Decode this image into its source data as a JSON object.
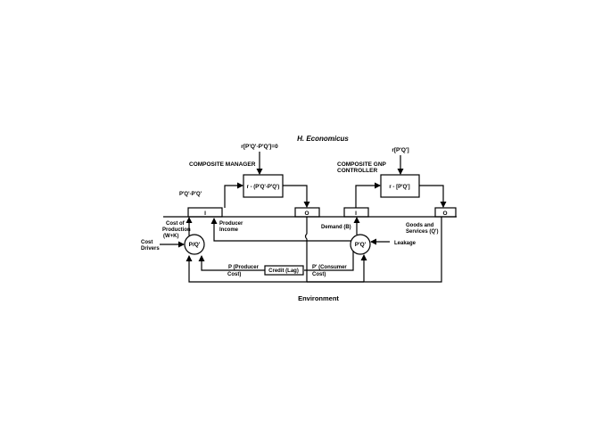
{
  "title": "H. Economicus",
  "footer": "Environment",
  "manager": {
    "heading": "COMPOSITE MANAGER",
    "objective": "r[P'Q'-P'Q']=0",
    "box_label": "r - (P'Q'-P'Q')",
    "input_label": "P'Q'-P'Q'",
    "input_box": "I",
    "output_box": "O"
  },
  "controller": {
    "heading_line1": "COMPOSITE GNP",
    "heading_line2": "CONTROLLER",
    "objective": "r[P'Q']",
    "box_label": "r - [P'Q']",
    "input_box": "I",
    "output_box": "O"
  },
  "left_node": {
    "label": "P/Q'",
    "cost_line1": "Cost of",
    "cost_line2": "Production",
    "cost_line3": "(W+K)",
    "drivers_line1": "Cost",
    "drivers_line2": "Drivers"
  },
  "right_node": {
    "label": "P'Q'",
    "leakage": "Leakage"
  },
  "labels": {
    "producer_income_line1": "Producer",
    "producer_income_line2": "Income",
    "demand": "Demand (B)",
    "goods_line1": "Goods and",
    "goods_line2": "Services (Q')",
    "producer_cost_line1": "P (Producer",
    "producer_cost_line2": "Cost)",
    "consumer_cost_line1": "P' (Consumer",
    "consumer_cost_line2": "Cost)",
    "credit": "Credit (Lag)"
  }
}
